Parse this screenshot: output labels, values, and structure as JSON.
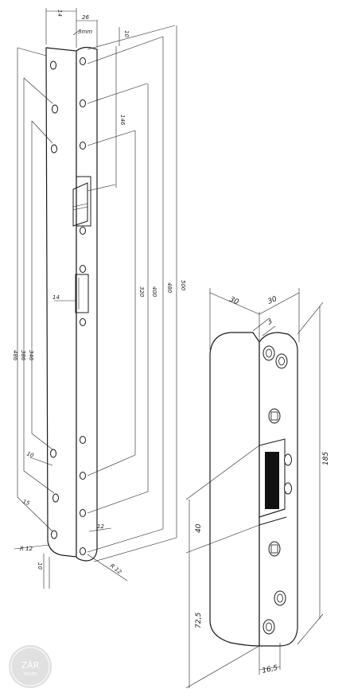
{
  "left_view": {
    "dims": {
      "flange": "14",
      "width": "26",
      "offset": "3mm",
      "top_gap": "10",
      "d146": "146",
      "d320": "320",
      "d400": "400",
      "d480": "480",
      "d500": "500",
      "window": "14",
      "l486": "486",
      "l386": "386",
      "l346": "346",
      "l10": "10",
      "l15": "15",
      "r12a": "R 12",
      "r12b": "R 12",
      "b10": "10",
      "b12": "12"
    }
  },
  "right_view": {
    "dims": {
      "w30a": "30",
      "w30b": "30",
      "t3": "3",
      "h185": "185",
      "h40": "40",
      "h72": "72,5",
      "w165": "16,5"
    }
  },
  "logo": {
    "line1": "ZÁR",
    "line2": "FALOD"
  }
}
